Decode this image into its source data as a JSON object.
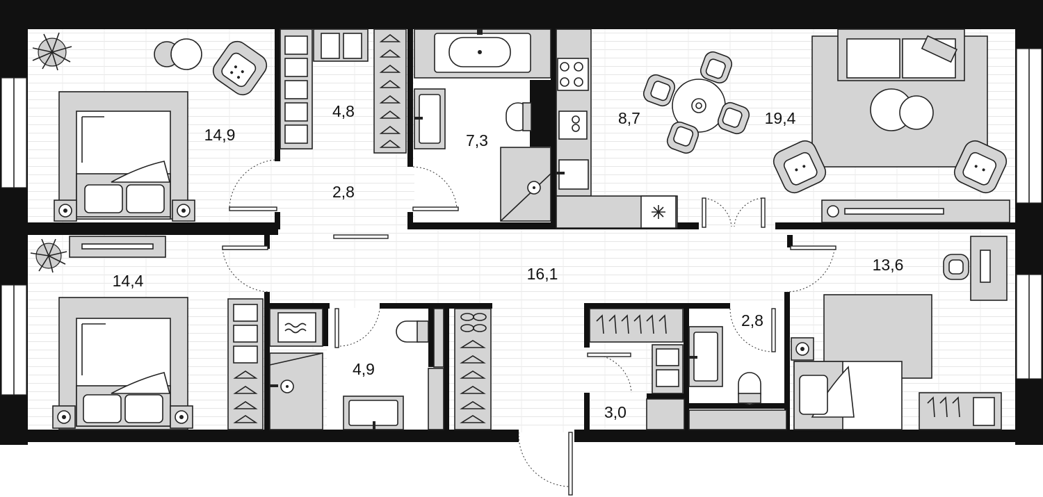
{
  "colors": {
    "wall": "#111111",
    "floor": "#ffffff",
    "floor_lines": "#e6e6e6",
    "furniture": "#d4d4d4",
    "stroke": "#222222"
  },
  "rooms": [
    {
      "id": "bedroom-top-left",
      "area": "14,9"
    },
    {
      "id": "wardrobe-top",
      "area": "4,8"
    },
    {
      "id": "hall-top",
      "area": "2,8"
    },
    {
      "id": "bathroom-top",
      "area": "7,3"
    },
    {
      "id": "kitchen",
      "area": "8,7"
    },
    {
      "id": "living-room",
      "area": "19,4"
    },
    {
      "id": "bedroom-bottom-left",
      "area": "14,4"
    },
    {
      "id": "corridor",
      "area": "16,1"
    },
    {
      "id": "bathroom-bottom",
      "area": "4,9"
    },
    {
      "id": "wardrobe-bottom",
      "area": "3,0"
    },
    {
      "id": "wc-bottom",
      "area": "2,8"
    },
    {
      "id": "bedroom-bottom-right",
      "area": "13,6"
    }
  ],
  "icons": [
    "plant-icon",
    "armchair-icon",
    "bed-icon",
    "nightstand-icon",
    "hanger-icon",
    "shirt-icon",
    "bathtub-icon",
    "sink-icon",
    "toilet-icon",
    "shower-icon",
    "stove-icon",
    "fridge-icon",
    "snowflake-icon",
    "dining-table-icon",
    "chair-icon",
    "sofa-icon",
    "coffee-table-icon",
    "tv-stand-icon",
    "desk-icon",
    "washing-machine-icon",
    "shoes-icon",
    "door-icon",
    "window-icon"
  ]
}
